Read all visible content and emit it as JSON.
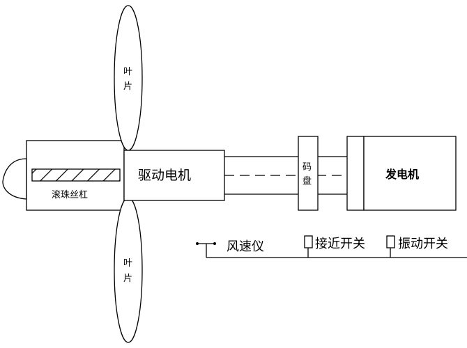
{
  "labels": {
    "blade_top": "叶片",
    "blade_bottom": "叶片",
    "ball_screw": "滚珠丝杠",
    "drive_motor": "驱动电机",
    "encoder": "码盘",
    "generator": "发电机",
    "anemometer": "风速仪",
    "proximity_switch": "接近开关",
    "vibration_switch": "振动开关"
  }
}
